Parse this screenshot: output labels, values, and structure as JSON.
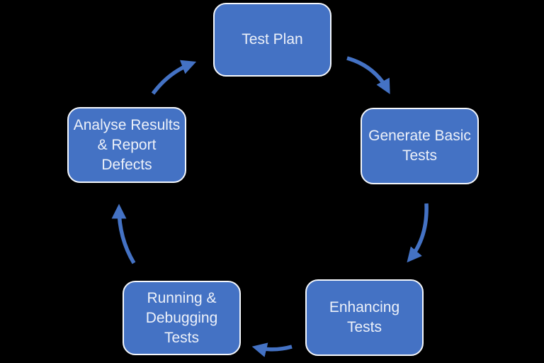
{
  "diagram": {
    "type": "cycle",
    "boxes": [
      {
        "id": "test-plan",
        "label": "Test Plan",
        "lines": {
          "0": "Test Plan"
        }
      },
      {
        "id": "generate-basic-tests",
        "label": "Generate Basic Tests",
        "lines": {
          "0": "Generate Basic",
          "1": "Tests"
        }
      },
      {
        "id": "enhancing-tests",
        "label": "Enhancing Tests",
        "lines": {
          "0": "Enhancing",
          "1": "Tests"
        }
      },
      {
        "id": "running-debugging-tests",
        "label": "Running & Debugging Tests",
        "lines": {
          "0": "Running &",
          "1": "Debugging",
          "2": "Tests"
        }
      },
      {
        "id": "analyse-results-report-defects",
        "label": "Analyse Results & Report Defects",
        "lines": {
          "0": "Analyse Results",
          "1": "& Report",
          "2": "Defects"
        }
      }
    ],
    "flow": [
      "Test Plan -> Generate Basic Tests",
      "Generate Basic Tests -> Enhancing Tests",
      "Enhancing Tests -> Running & Debugging Tests",
      "Running & Debugging Tests -> Analyse Results & Report Defects",
      "Analyse Results & Report Defects -> Test Plan"
    ]
  },
  "colors": {
    "background": "#000000",
    "box_fill": "#4472C4",
    "box_border": "#F4F7FC",
    "box_text": "#EDF1F9",
    "arrow": "#4472C4"
  }
}
